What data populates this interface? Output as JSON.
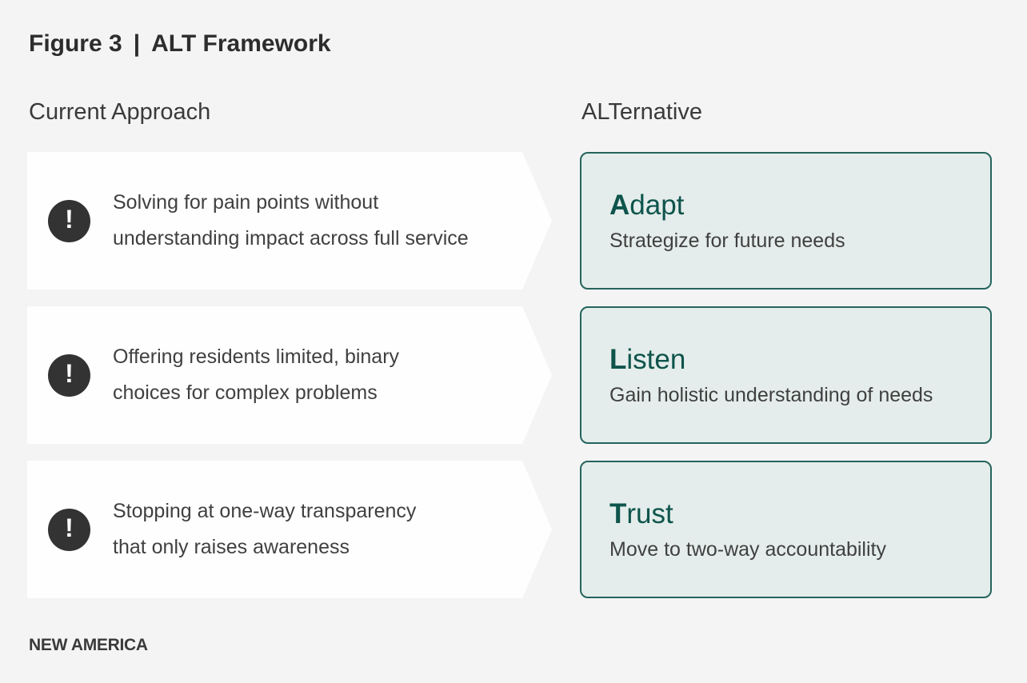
{
  "figure": {
    "label": "Figure 3",
    "separator": "|",
    "title": "ALT Framework"
  },
  "columns": {
    "left_header": "Current Approach",
    "right_header": "ALTernative"
  },
  "icons": {
    "warning": "!"
  },
  "rows": [
    {
      "problem": {
        "line1": "Solving for pain points without",
        "line2": "understanding impact across full service"
      },
      "solution": {
        "lead_letter": "A",
        "rest": "dapt",
        "description": "Strategize for future needs"
      }
    },
    {
      "problem": {
        "line1": "Offering residents limited, binary",
        "line2": "choices for complex problems"
      },
      "solution": {
        "lead_letter": "L",
        "rest": "isten",
        "description": "Gain holistic understanding of needs"
      }
    },
    {
      "problem": {
        "line1": "Stopping at one-way transparency",
        "line2": "that only raises awareness"
      },
      "solution": {
        "lead_letter": "T",
        "rest": "rust",
        "description": "Move to two-way accountability"
      }
    }
  ],
  "footer": {
    "brand": "NEW AMERICA"
  },
  "colors": {
    "page_background": "#f4f4f5",
    "problem_card_background": "#fefefe",
    "warning_circle": "#333333",
    "solution_border": "#25645d",
    "solution_background": "#e4edeb",
    "solution_heading": "#0e544c",
    "body_text": "#404040",
    "title_text": "#2d2d2d"
  }
}
